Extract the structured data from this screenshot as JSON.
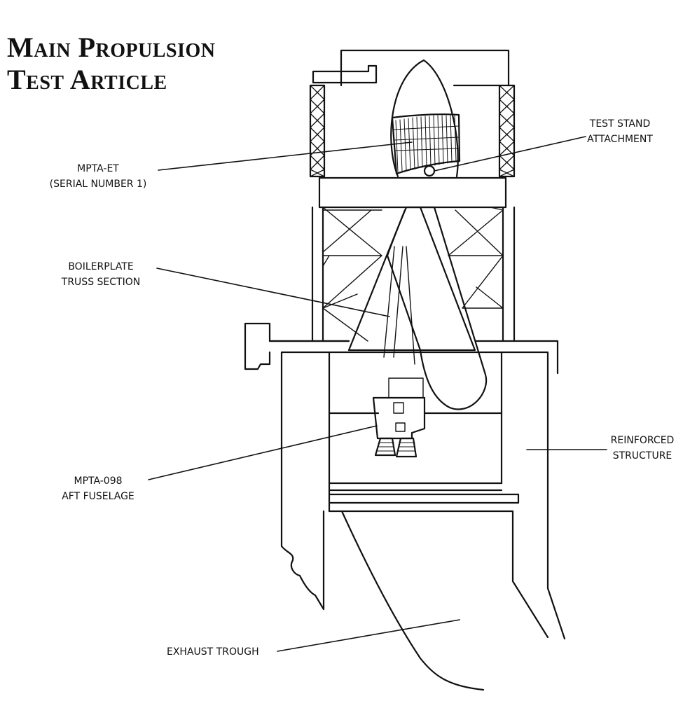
{
  "title": {
    "line1": "Main Propulsion",
    "line2": "Test Article"
  },
  "labels": {
    "mpta_et": "MPTA-ET",
    "mpta_et_serial": "(SERIAL NUMBER 1)",
    "test_stand": "TEST STAND",
    "attachment": "ATTACHMENT",
    "boilerplate": "BOILERPLATE",
    "truss_section": "TRUSS SECTION",
    "reinforced": "REINFORCED",
    "structure": "STRUCTURE",
    "mpta_098": "MPTA-098",
    "aft_fuselage": "AFT FUSELAGE",
    "exhaust_trough": "EXHAUST TROUGH"
  },
  "colors": {
    "ink": "#111111",
    "paper": "#ffffff"
  }
}
